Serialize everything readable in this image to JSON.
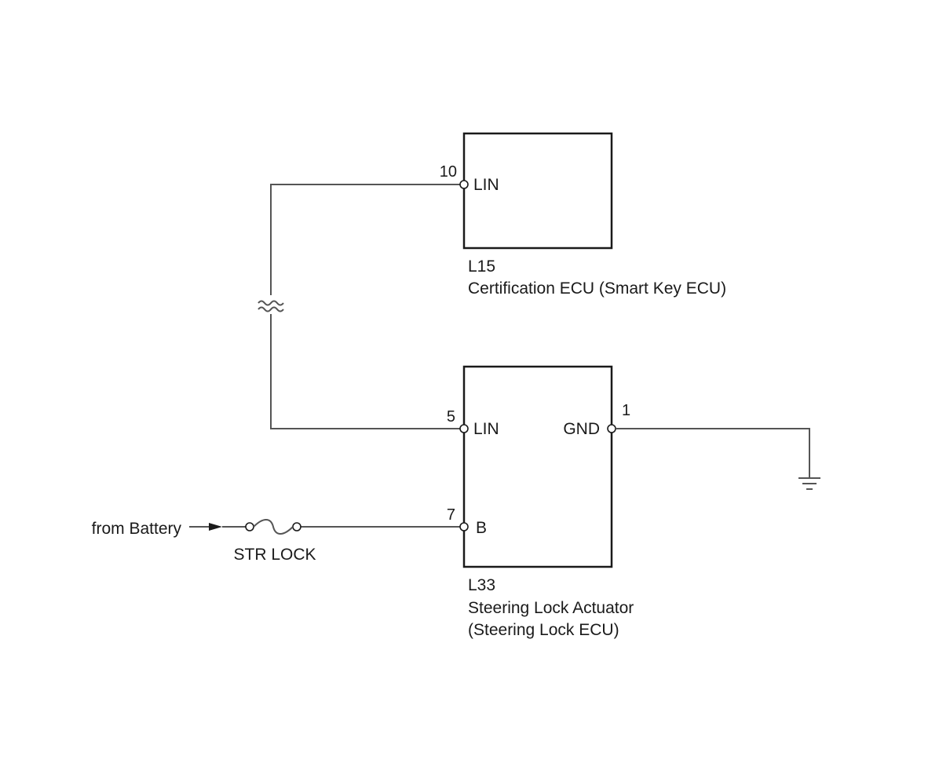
{
  "components": {
    "certification_ecu": {
      "code": "L15",
      "name": "Certification ECU (Smart Key ECU)",
      "pins": {
        "lin": {
          "number": "10",
          "label": "LIN"
        }
      }
    },
    "steering_lock_actuator": {
      "code": "L33",
      "name_line1": "Steering Lock Actuator",
      "name_line2": "(Steering Lock ECU)",
      "pins": {
        "lin": {
          "number": "5",
          "label": "LIN"
        },
        "gnd": {
          "number": "1",
          "label": "GND"
        },
        "b": {
          "number": "7",
          "label": "B"
        }
      }
    }
  },
  "power_source": {
    "label": "from Battery"
  },
  "fuse": {
    "label": "STR LOCK"
  },
  "icons": {
    "ground": "ground-symbol-icon",
    "fuse": "fuse-icon",
    "wire_break": "wire-break-icon",
    "arrow": "arrow-right-icon"
  },
  "colors": {
    "wire": "#555555",
    "outline": "#1a1a1a"
  }
}
